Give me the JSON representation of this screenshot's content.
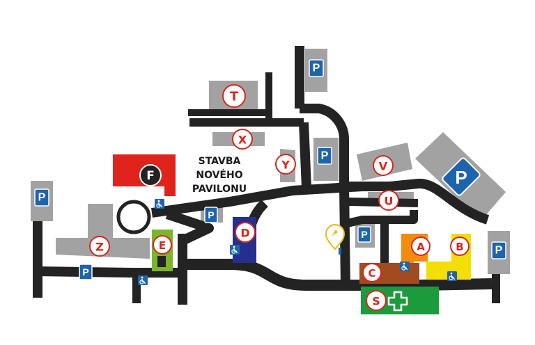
{
  "map": {
    "construction_label": [
      "STAVBA",
      "NOVÉHO",
      "PAVILONU"
    ],
    "parking_symbol": "P",
    "buildings": {
      "T": "T",
      "X": "X",
      "Y": "Y",
      "F": "F",
      "V": "V",
      "U": "U",
      "D": "D",
      "Z": "Z",
      "E": "E",
      "A": "A",
      "B": "B",
      "C": "C",
      "S": "S"
    },
    "colors": {
      "road": "#232323",
      "building_gray": "#a2a2a2",
      "building_F": "#e0241b",
      "building_D": "#262f8e",
      "building_E": "#7ab52a",
      "building_A": "#f28c0f",
      "building_B": "#f5dd06",
      "building_C": "#a24a20",
      "building_S": "#1c9b3d",
      "label_red": "#d9261c",
      "parking_blue": "#1e64ad",
      "accessible_blue": "#1e64ad",
      "charging_yellow": "#efb70f"
    },
    "icons": [
      "parking-icon",
      "wheelchair-icon",
      "ev-charging-icon",
      "pharmacy-cross-icon",
      "roundabout-icon"
    ]
  }
}
